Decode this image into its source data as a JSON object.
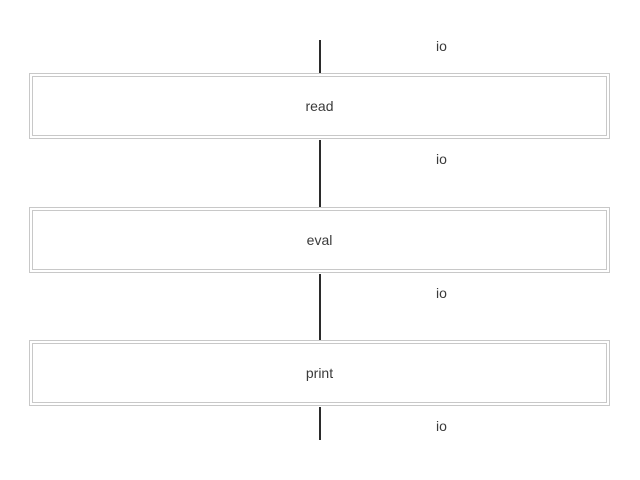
{
  "diagram": {
    "stages": [
      {
        "label": "read"
      },
      {
        "label": "eval"
      },
      {
        "label": "print"
      }
    ],
    "edges": [
      {
        "label": "io"
      },
      {
        "label": "io"
      },
      {
        "label": "io"
      },
      {
        "label": "io"
      }
    ],
    "colors": {
      "line": "#2b2b2b",
      "box_border": "#c8c8c8",
      "text": "#3a3a3a"
    }
  }
}
